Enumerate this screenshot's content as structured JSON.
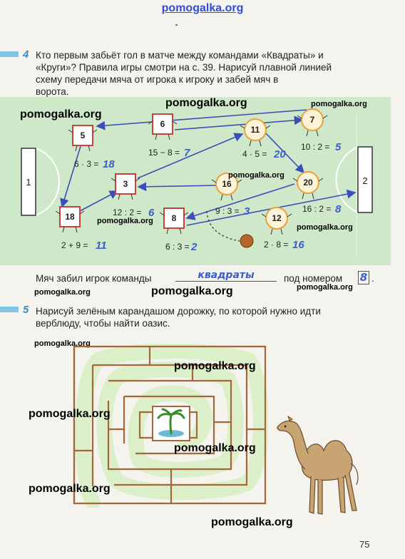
{
  "watermark_top": "pomogalka.org",
  "watermark": "pomogalka.org",
  "task4": {
    "number": "4",
    "lines": [
      "Кто первым забьёт гол в матче между командами «Квадраты» и",
      "«Круги»? Правила игры смотри на с. 39. Нарисуй плавной линией",
      "схему передачи мяча от игрока к игроку и забей мяч в",
      "ворота."
    ],
    "goal_left": "1",
    "goal_right": "2",
    "squares": [
      {
        "num": "5",
        "expr": "6 · 3 =",
        "ans": "18"
      },
      {
        "num": "6",
        "expr": "15 − 8 =",
        "ans": "7"
      },
      {
        "num": "3",
        "expr": "12 : 2 =",
        "ans": "6"
      },
      {
        "num": "18",
        "expr": "2 + 9 =",
        "ans": "11"
      },
      {
        "num": "8",
        "expr": "6 : 3 =",
        "ans": "2"
      }
    ],
    "circles": [
      {
        "num": "7",
        "expr": "10 : 2 =",
        "ans": "5"
      },
      {
        "num": "11",
        "expr": "4 · 5 =",
        "ans": "20"
      },
      {
        "num": "16",
        "expr": "9 : 3 =",
        "ans": "3"
      },
      {
        "num": "20",
        "expr": "16 : 2 =",
        "ans": "8"
      },
      {
        "num": "12",
        "expr": "2 · 8 =",
        "ans": "16"
      }
    ],
    "answer_prefix": "Мяч забил игрок команды",
    "answer_word": "квадраты",
    "answer_middle": "под номером",
    "answer_number": "8",
    "answer_end": "."
  },
  "task5": {
    "number": "5",
    "lines": [
      "Нарисуй зелёным карандашом дорожку, по которой нужно идти",
      "верблюду, чтобы найти оазис."
    ]
  },
  "page_number": "75",
  "colors": {
    "accent_blue": "#3a8ec6",
    "field_green": "#cfe8c9",
    "maze_brown": "#a5673a",
    "ink_blue": "#3b5ec9",
    "square_red": "#c8443a",
    "circle_orange": "#e6a23c"
  }
}
